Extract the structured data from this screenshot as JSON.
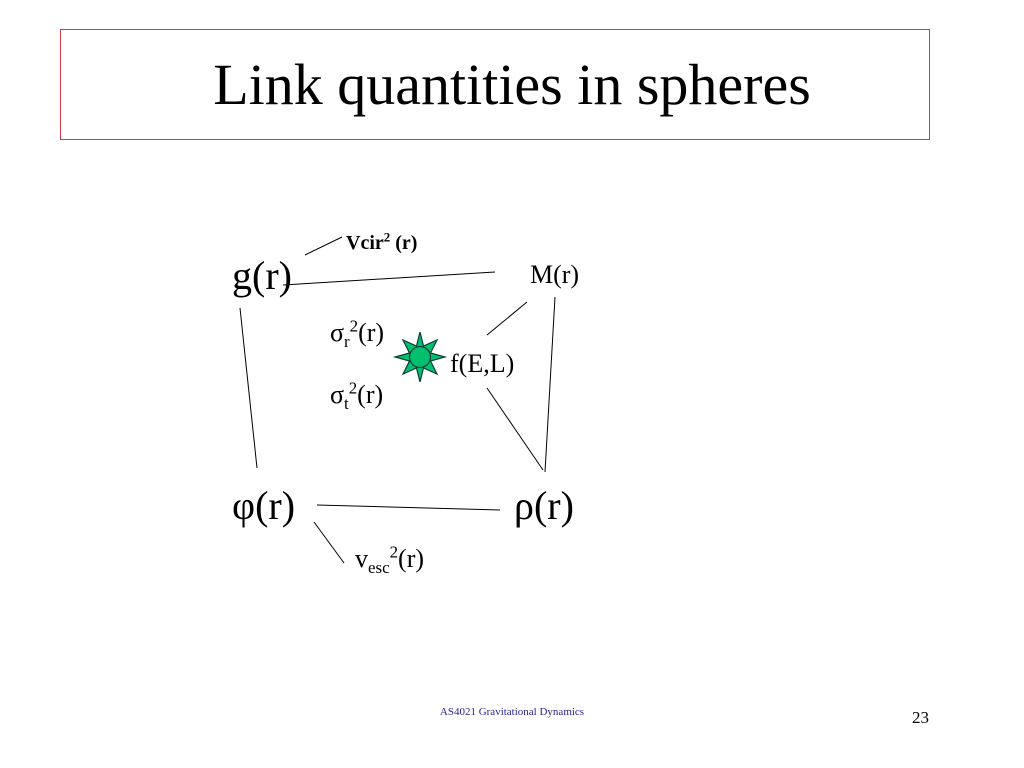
{
  "slide": {
    "title": "Link quantities in spheres",
    "footer": "AS4021 Gravitational Dynamics",
    "page_number": "23"
  },
  "diagram": {
    "nodes": {
      "g": "g(r)",
      "M": "M(r)",
      "phi": "φ(r)",
      "rho": "ρ(r)",
      "f": "f(E,L)",
      "vcir": {
        "base": "Vcir",
        "sup": "2",
        "tail": " (r)"
      },
      "sigma_r": {
        "base": "σ",
        "sub": "r",
        "sup": "2",
        "tail": "(r)"
      },
      "sigma_t": {
        "base": "σ",
        "sub": "t",
        "sup": "2",
        "tail": "(r)"
      },
      "vesc": {
        "base": "v",
        "sub": "esc",
        "sup": "2",
        "tail": "(r)"
      }
    },
    "colors": {
      "star_fill": "#00c070",
      "star_outline": "#0a3d3a",
      "line": "#000000",
      "title_border": "#d23a4a",
      "footer_text": "#2a1f8f"
    }
  }
}
